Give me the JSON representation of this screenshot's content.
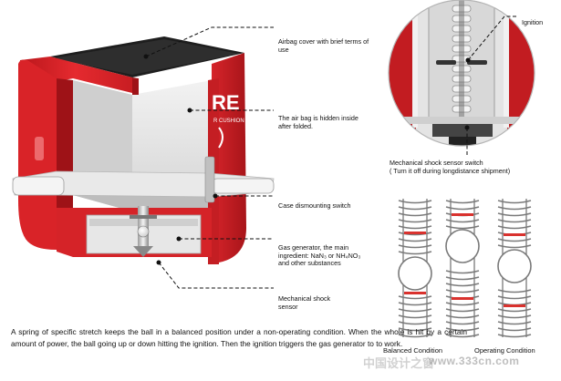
{
  "labels": {
    "airbag_cover": "Airbag cover with brief terms of use",
    "airbag_hidden": "The air bag is hidden inside after folded.",
    "case_switch": "Case dismounting switch",
    "gas_generator": "Gas generator, the main ingredient: NaN₃ or NH₄NO₃ and other substances",
    "shock_sensor": "Mechanical shock sensor",
    "ignition": "Ignition",
    "sensor_switch_line1": "Mechanical shock sensor switch",
    "sensor_switch_line2": "( Turn it off during longdistance shipment)"
  },
  "device_print": {
    "big": "RE",
    "small": "R CUSHION"
  },
  "spring_captions": {
    "balanced": "Balanced Condition",
    "operating": "Operating Condition"
  },
  "description": "A spring of specific stretch keeps the ball in a balanced position under a non-operating condition. When the whole is hit by a certain amount of power, the ball going up or down hitting the ignition. Then the ignition triggers the gas generator to to work.",
  "watermark": {
    "cn": "中国设计之窗",
    "url": "www.333cn.com"
  },
  "colors": {
    "case_red": "#e0262b",
    "case_dark_red": "#a8151a",
    "marker_red": "#d9322e",
    "leader": "#111111"
  }
}
